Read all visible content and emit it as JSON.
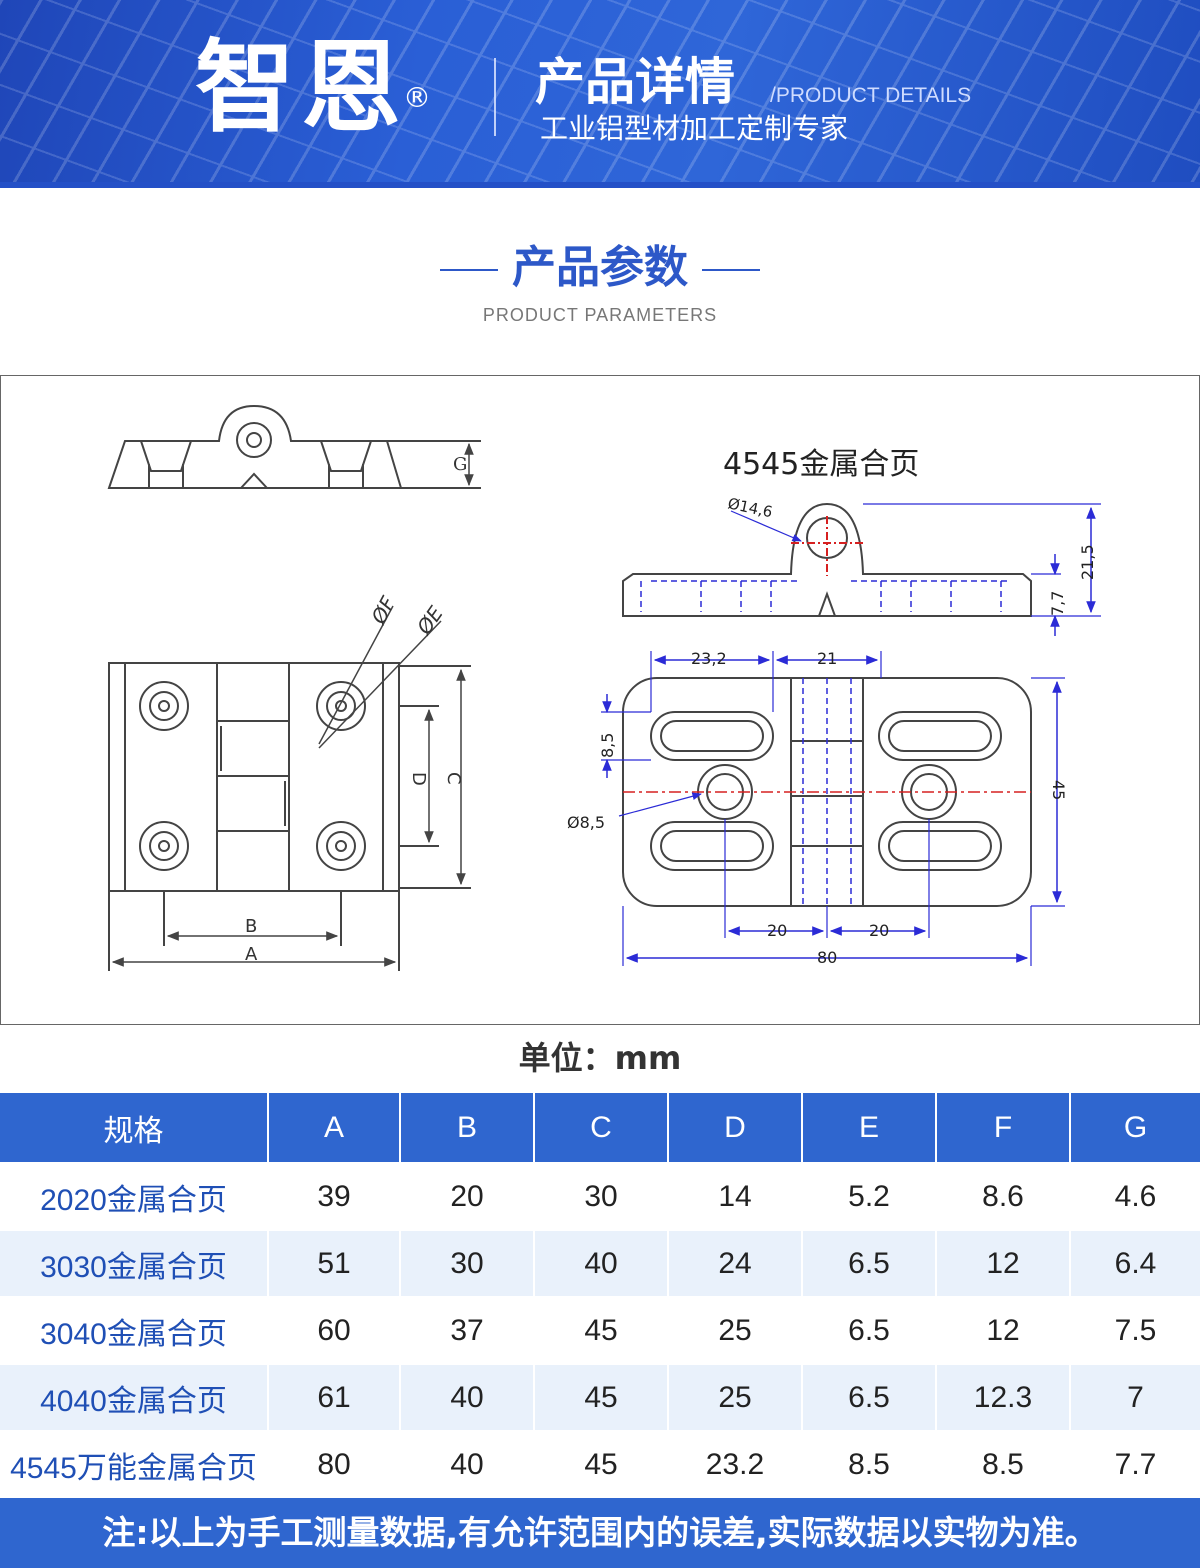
{
  "header": {
    "brand": "智恩",
    "registered": "®",
    "title": "产品详情",
    "title_en": "/PRODUCT DETAILS",
    "subtitle": "工业铝型材加工定制专家"
  },
  "section": {
    "title": "产品参数",
    "title_en": "PRODUCT PARAMETERS"
  },
  "drawing": {
    "left_labels": {
      "g": "G",
      "f1": "ØF",
      "f2": "ØE",
      "d": "D",
      "c": "C",
      "b": "B",
      "a": "A"
    },
    "right_title": "4545金属合页",
    "right_labels": {
      "d146": "Ø14,6",
      "h215": "21,5",
      "h77": "7,7",
      "w232": "23,2",
      "w21": "21",
      "h85": "8,5",
      "d85": "Ø8,5",
      "h45": "45",
      "w20a": "20",
      "w20b": "20",
      "w80": "80"
    },
    "colors": {
      "line": "#444444",
      "dim": "#2b2bd6",
      "center": "#d62020"
    }
  },
  "unit": "单位：mm",
  "table": {
    "headers": [
      "规格",
      "A",
      "B",
      "C",
      "D",
      "E",
      "F",
      "G"
    ],
    "rows": [
      [
        "2020金属合页",
        "39",
        "20",
        "30",
        "14",
        "5.2",
        "8.6",
        "4.6"
      ],
      [
        "3030金属合页",
        "51",
        "30",
        "40",
        "24",
        "6.5",
        "12",
        "6.4"
      ],
      [
        "3040金属合页",
        "60",
        "37",
        "45",
        "25",
        "6.5",
        "12",
        "7.5"
      ],
      [
        "4040金属合页",
        "61",
        "40",
        "45",
        "25",
        "6.5",
        "12.3",
        "7"
      ],
      [
        "4545万能金属合页",
        "80",
        "40",
        "45",
        "23.2",
        "8.5",
        "8.5",
        "7.7"
      ]
    ]
  },
  "note": "注:以上为手工测量数据,有允许范围内的误差,实际数据以实物为准。",
  "theme": {
    "primary": "#2f66cf",
    "accent": "#2d58c8",
    "row_alt": "#e9f1fb"
  }
}
